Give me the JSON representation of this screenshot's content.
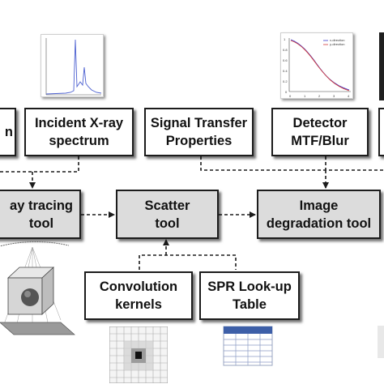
{
  "boxes": {
    "left_partial": "n",
    "incident_spectrum": "Incident X-ray\nspectrum",
    "signal_transfer": "Signal Transfer\nProperties",
    "detector_mtf": "Detector\nMTF/Blur",
    "ray_tracing": "ay tracing\ntool",
    "scatter": "Scatter\ntool",
    "image_degradation": "Image\ndegradation tool",
    "convolution": "Convolution\nkernels",
    "spr_lookup": "SPR Look-up\nTable"
  },
  "mtf_plot": {
    "legend": [
      "x-direction",
      "y-direction"
    ],
    "series_colors": [
      "#3a3acc",
      "#d23b3b"
    ]
  },
  "colors": {
    "box_border": "#1c1c1c",
    "box_fill_top": "#ffffff",
    "box_fill_tool": "#dcdcdc",
    "connector": "#1c1c1c"
  }
}
